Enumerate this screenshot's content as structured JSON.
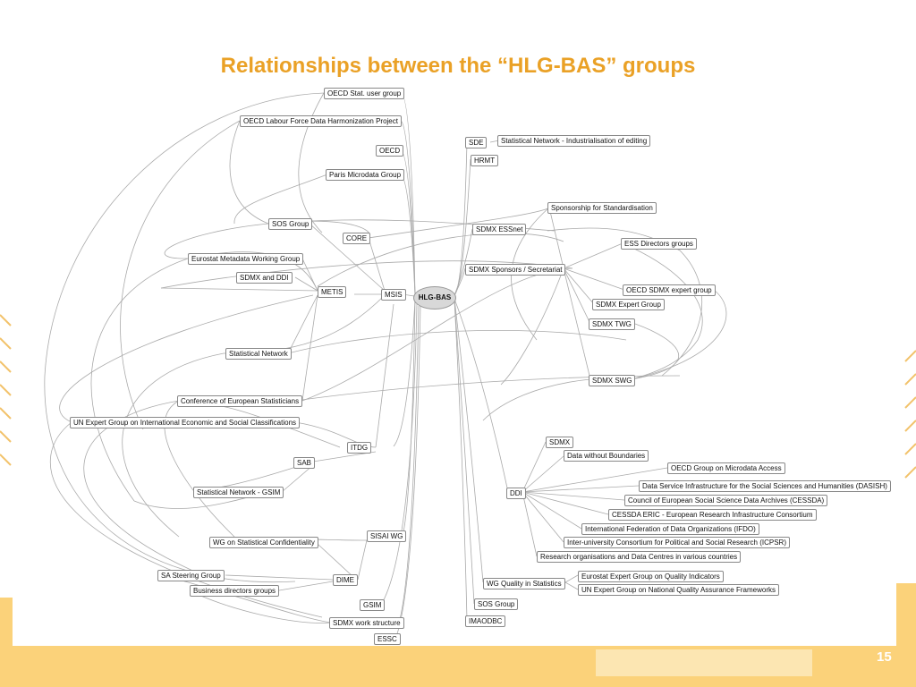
{
  "title": "Relationships between the “HLG-BAS” groups",
  "page_number": "15",
  "hub": "HLG-BAS",
  "left_nodes": [
    "OECD Stat. user group",
    "OECD Labour Force Data Harmonization Project",
    "OECD",
    "Paris Microdata Group",
    "SOS Group",
    "CORE",
    "Eurostat Metadata Working Group",
    "SDMX and DDI",
    "METIS",
    "MSIS",
    "Statistical Network",
    "Conference of European Statisticians",
    "UN Expert Group on International Economic and Social Classifications",
    "ITDG",
    "SAB",
    "Statistical Network - GSIM",
    "SISAI WG",
    "WG on Statistical Confidentiality",
    "SA Steering Group",
    "DIME",
    "Business directors groups",
    "GSIM",
    "SDMX work structure",
    "ESSC"
  ],
  "right_nodes": [
    "SDE",
    "Statistical Network - Industrialisation of editing",
    "HRMT",
    "Sponsorship for Standardisation",
    "SDMX ESSnet",
    "ESS Directors groups",
    "SDMX Sponsors / Secretariat",
    "OECD SDMX expert group",
    "SDMX Expert Group",
    "SDMX TWG",
    "SDMX SWG",
    "SDMX",
    "Data without Boundaries",
    "OECD Group on Microdata Access",
    "Data Service Infrastructure for the Social Sciences and Humanities (DASISH)",
    "DDI",
    "Council of European Social Science Data Archives (CESSDA)",
    "CESSDA ERIC - European Research Infrastructure Consortium",
    "International Federation of Data Organizations (IFDO)",
    "Inter-university Consortium for Political and Social Research (ICPSR)",
    "Research organisations and Data Centres in various countries",
    "Eurostat Expert Group on Quality Indicators",
    "WG Quality in Statistics",
    "UN Expert Group on National Quality Assurance Frameworks",
    "SOS Group",
    "IMAODBC"
  ]
}
